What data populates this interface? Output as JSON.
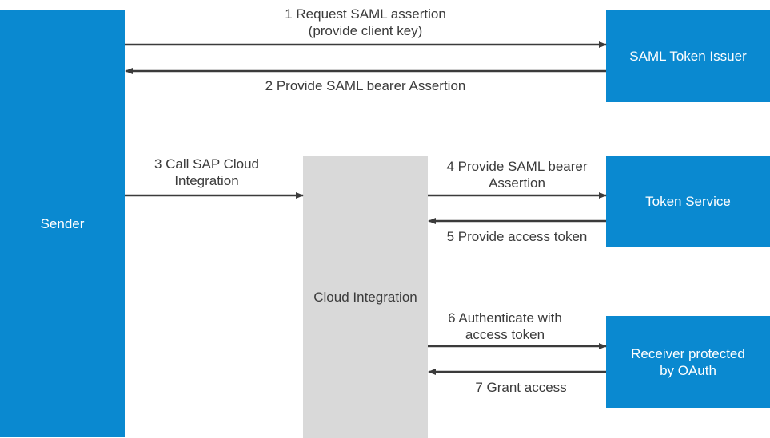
{
  "nodes": {
    "sender": "Sender",
    "saml_issuer": "SAML Token Issuer",
    "cloud_integration": "Cloud Integration",
    "token_service": "Token Service",
    "receiver": "Receiver protected\nby OAuth"
  },
  "steps": {
    "step1": "1 Request SAML assertion\n(provide client key)",
    "step2": "2 Provide SAML bearer Assertion",
    "step3": "3 Call SAP Cloud\nIntegration",
    "step4": "4 Provide SAML bearer\nAssertion",
    "step5": "5 Provide access token",
    "step6": "6 Authenticate with\naccess token",
    "step7": "7 Grant access"
  },
  "colors": {
    "node_blue": "#0a89d0",
    "node_grey": "#d9d9d9",
    "arrow": "#3b3b3b",
    "text_dark": "#3b3b3b",
    "text_light": "#ffffff"
  }
}
